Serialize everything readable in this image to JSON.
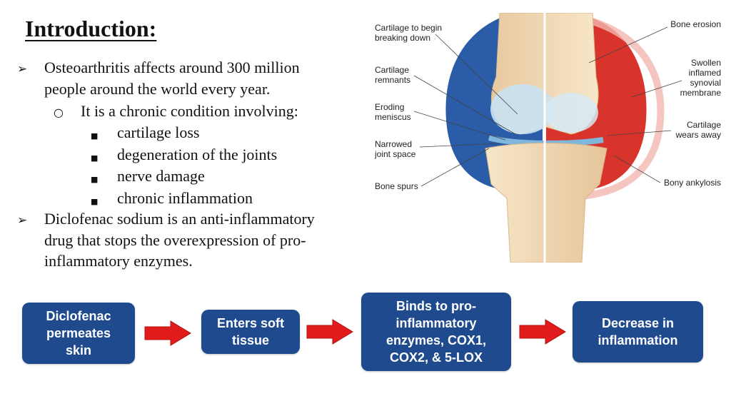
{
  "slide": {
    "title": "Introduction:",
    "bullet_glyph": "➢",
    "sub_glyph": "○",
    "square_glyph": "■",
    "bullets": [
      {
        "lines": [
          "Osteoarthritis affects around 300 million",
          "people around the world every year."
        ],
        "sub": {
          "text": "It is a chronic condition involving:",
          "items": [
            "cartilage loss",
            "degeneration of the joints",
            "nerve damage",
            "chronic inflammation"
          ]
        }
      },
      {
        "lines": [
          "Diclofenac sodium is an anti-inflammatory",
          "drug that stops the overexpression of pro-",
          "inflammatory enzymes."
        ]
      }
    ]
  },
  "knee_diagram": {
    "left_labels": [
      [
        "Cartilage to begin",
        "breaking down"
      ],
      [
        "Cartilage",
        "remnants"
      ],
      [
        "Eroding",
        "meniscus"
      ],
      [
        "Narrowed",
        "joint space"
      ],
      [
        "Bone spurs"
      ]
    ],
    "right_labels": [
      [
        "Bone erosion"
      ],
      [
        "Swollen",
        "inflamed",
        "synovial",
        "membrane"
      ],
      [
        "Cartilage",
        "wears away"
      ],
      [
        "Bony ankylosis"
      ]
    ]
  },
  "flow": {
    "steps": [
      "Diclofenac\npermeates\nskin",
      "Enters soft\ntissue",
      "Binds to pro-\ninflammatory\nenzymes, COX1,\nCOX2, & 5-LOX",
      "Decrease in\ninflammation"
    ],
    "colors": {
      "box": "#1f4b8e",
      "arrow": "#e01b1b"
    }
  }
}
